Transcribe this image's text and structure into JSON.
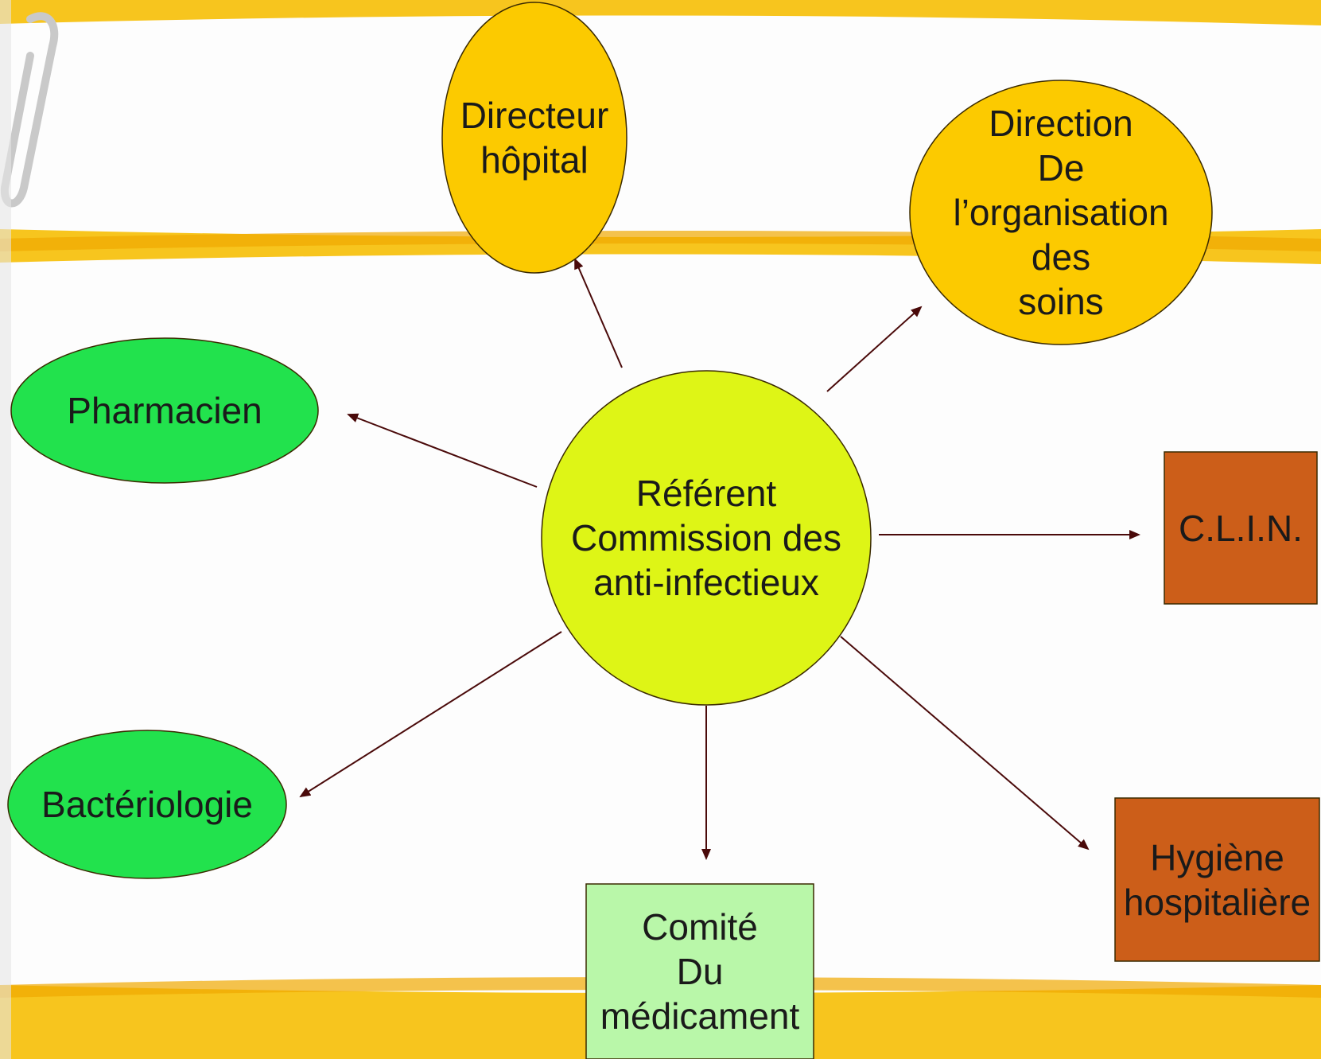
{
  "diagram": {
    "center": {
      "lines": [
        "Référent",
        "Commission des",
        "anti-infectieux"
      ],
      "color": "#def516"
    },
    "nodes": [
      {
        "id": "directeur-hopital",
        "lines": [
          "Directeur",
          "hôpital"
        ],
        "shape": "ellipse",
        "color": "#fcca00"
      },
      {
        "id": "direction-soins",
        "lines": [
          "Direction",
          "De",
          "l’organisation",
          "des",
          "soins"
        ],
        "shape": "ellipse",
        "color": "#fcca00"
      },
      {
        "id": "pharmacien",
        "lines": [
          "Pharmacien"
        ],
        "shape": "ellipse",
        "color": "#22e24d"
      },
      {
        "id": "clin",
        "lines": [
          "C.L.I.N."
        ],
        "shape": "rect",
        "color": "#cc5e19"
      },
      {
        "id": "bacteriologie",
        "lines": [
          "Bactériologie"
        ],
        "shape": "ellipse",
        "color": "#22e24d"
      },
      {
        "id": "hygiene-hospitaliere",
        "lines": [
          "Hygiène",
          "hospitalière"
        ],
        "shape": "rect",
        "color": "#cc5e19"
      },
      {
        "id": "comite-medicament",
        "lines": [
          "Comité",
          "Du",
          "médicament"
        ],
        "shape": "rect",
        "color": "#b9f7a9"
      }
    ],
    "edges": [
      {
        "from": "center",
        "to": "directeur-hopital"
      },
      {
        "from": "center",
        "to": "direction-soins"
      },
      {
        "from": "center",
        "to": "pharmacien"
      },
      {
        "from": "center",
        "to": "clin"
      },
      {
        "from": "center",
        "to": "bacteriologie"
      },
      {
        "from": "center",
        "to": "hygiene-hospitaliere"
      },
      {
        "from": "center",
        "to": "comite-medicament"
      }
    ],
    "edge_color": "#4a0a0a"
  },
  "background": {
    "band_color": "#fdfdfd",
    "frame_color": "#f7c51e",
    "ribbon_color": "#f0a800"
  }
}
